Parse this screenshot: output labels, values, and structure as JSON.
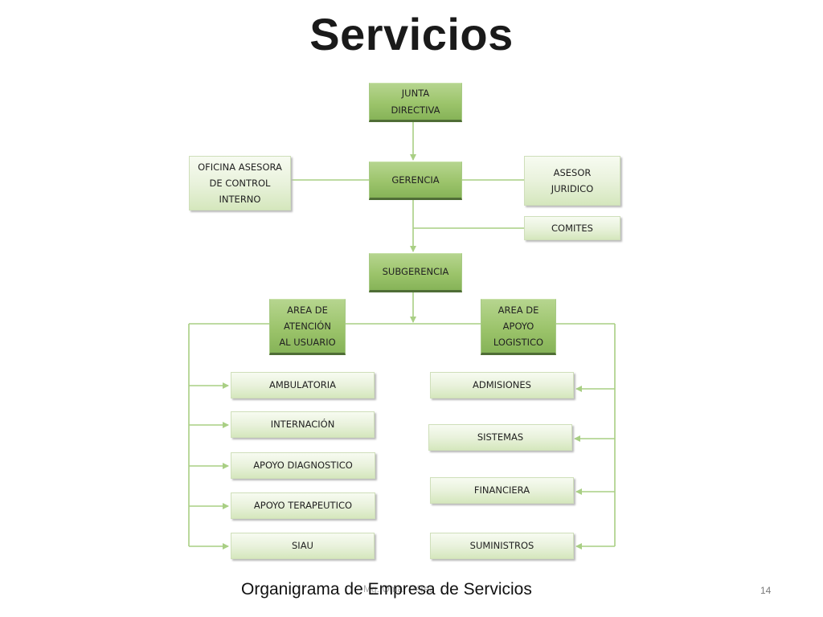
{
  "slide": {
    "title": "Servicios",
    "caption": "Organigrama de Empresa de Servicios",
    "author": "Mg. Omar Pérez",
    "number": "14"
  },
  "org": {
    "junta": "JUNTA\nDIRECTIVA",
    "gerencia": "GERENCIA",
    "oficina": "OFICINA ASESORA\nDE CONTROL\nINTERNO",
    "asesor": "ASESOR\nJURIDICO",
    "comites": "COMITES",
    "subgerencia": "SUBGERENCIA",
    "atencion": "AREA DE\nATENCIÓN\nAL USUARIO",
    "apoyo": "AREA DE\nAPOYO\nLOGISTICO",
    "left_units": [
      "AMBULATORIA",
      "INTERNACIÓN",
      "APOYO DIAGNOSTICO",
      "APOYO TERAPEUTICO",
      "SIAU"
    ],
    "right_units": [
      "ADMISIONES",
      "SISTEMAS",
      "FINANCIERA",
      "SUMINISTROS"
    ]
  },
  "colors": {
    "node_dark": "#9cc46b",
    "node_light": "#e9f2dc",
    "connector": "#a9cf84"
  }
}
